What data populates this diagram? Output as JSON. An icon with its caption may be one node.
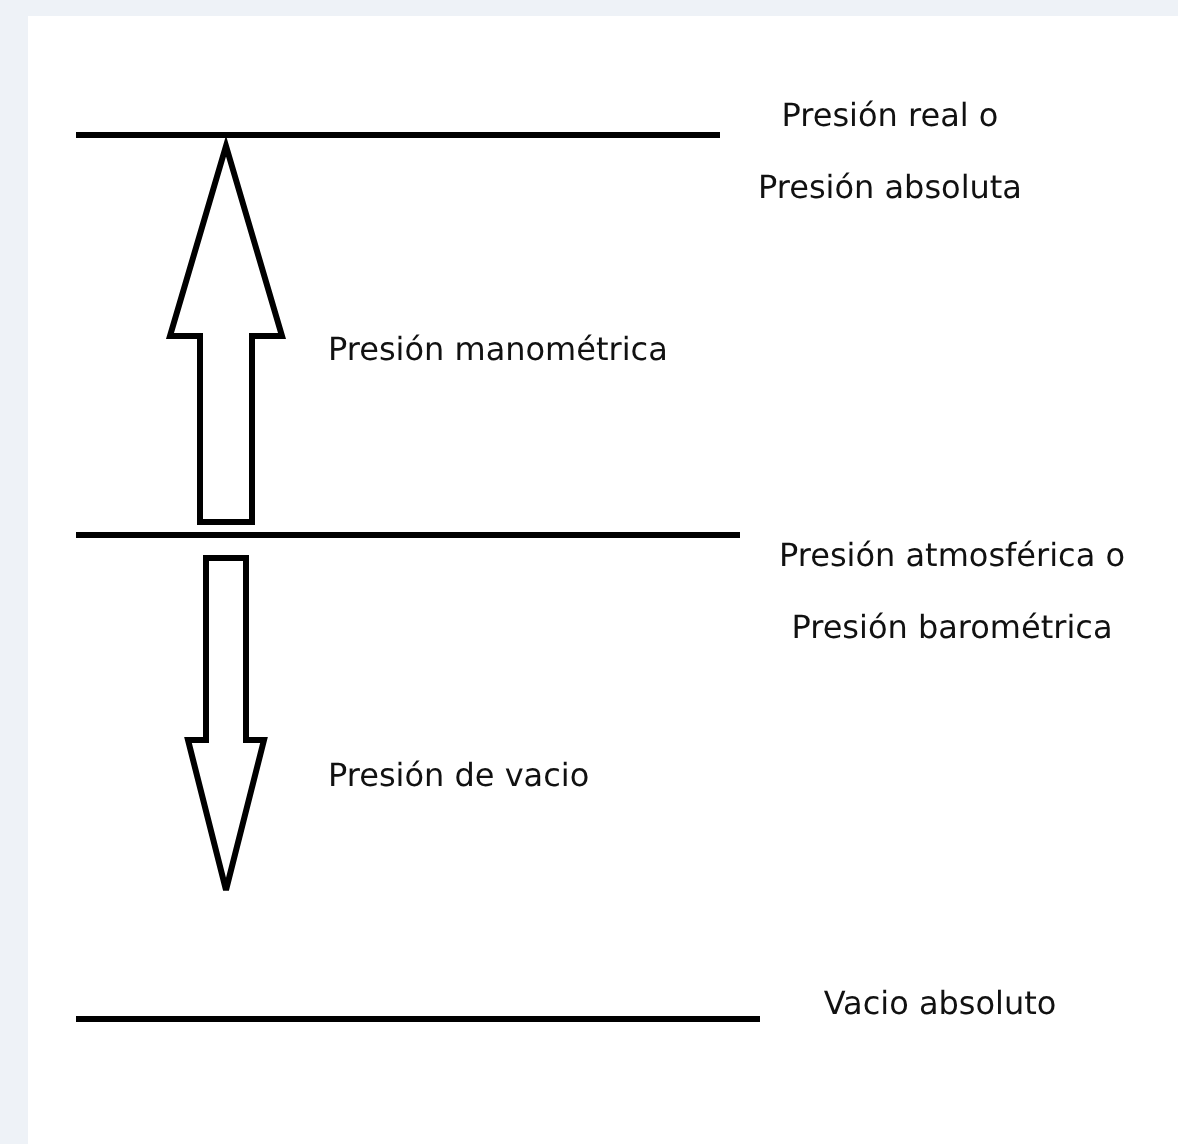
{
  "diagram": {
    "nodes": [
      {
        "text": [],
        "shape": "bar",
        "beside": [
          "Presión real o Presión absoluta"
        ]
      },
      {
        "text": [],
        "shape": "bar",
        "beside": [
          "Presión atmosférica o Presión barométrica"
        ]
      },
      {
        "text": [],
        "shape": "bar",
        "beside": [
          "Vacio absoluto"
        ]
      }
    ],
    "edges": [
      {
        "from": 1,
        "to": 0,
        "arrow": "to",
        "label": "Presión manométrica"
      },
      {
        "from": 1,
        "to": null,
        "arrow": "to",
        "label": "Presión de vacio"
      }
    ]
  }
}
